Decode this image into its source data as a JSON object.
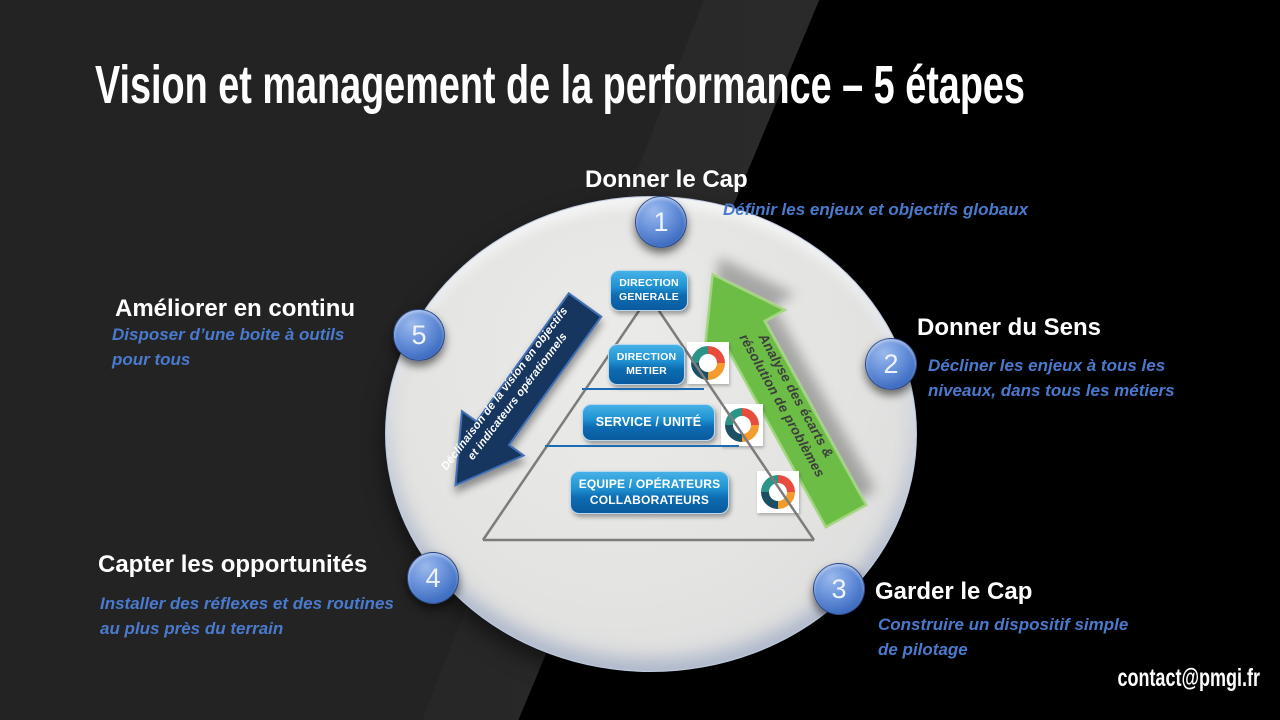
{
  "slide": {
    "title": "Vision et management de la performance – 5 étapes",
    "contact_email": "contact@pmgi.fr"
  },
  "steps": [
    {
      "number": "1",
      "title": "Donner le Cap",
      "description": "Définir les enjeux et objectifs globaux"
    },
    {
      "number": "2",
      "title": "Donner du Sens",
      "description": "Décliner les enjeux à tous les\nniveaux, dans tous les métiers"
    },
    {
      "number": "3",
      "title": "Garder le Cap",
      "description": "Construire un dispositif simple\nde pilotage"
    },
    {
      "number": "4",
      "title": "Capter les opportunités",
      "description": "Installer des réflexes et des routines\nau plus près du terrain"
    },
    {
      "number": "5",
      "title": "Améliorer en continu",
      "description": "Disposer d’une boite à outils\npour tous"
    }
  ],
  "pyramid": {
    "levels": [
      {
        "label": "DIRECTION\nGENERALE"
      },
      {
        "label": "DIRECTION\nMETIER"
      },
      {
        "label": "SERVICE / UNITÉ"
      },
      {
        "label": "EQUIPE / OPÉRATEURS\nCOLLABORATEURS"
      }
    ]
  },
  "arrows": {
    "declinaison": {
      "line1": "Déclinaison de la vision en objectifs",
      "line2": "et indicateurs opérationnels"
    },
    "analyse": {
      "line1": "Analyse des écarts &",
      "line2": "résolution de problèmes"
    }
  },
  "icons": {
    "pdca_wheel": "pdca-cycle-icon"
  },
  "colors": {
    "accent_text_blue": "#4a7ace",
    "level_box_blue": "#0d6cb2",
    "arrow_navy": "#18365e",
    "arrow_green": "#6cbd45",
    "badge_blue": "#4472c4",
    "pdca_red": "#e84c3d",
    "pdca_orange": "#f39c2d",
    "pdca_dark": "#1b4f63",
    "pdca_teal": "#2a9486",
    "ellipse_fill": "#e3e3e1",
    "background_dark": "#232323",
    "background_black": "#000000"
  }
}
